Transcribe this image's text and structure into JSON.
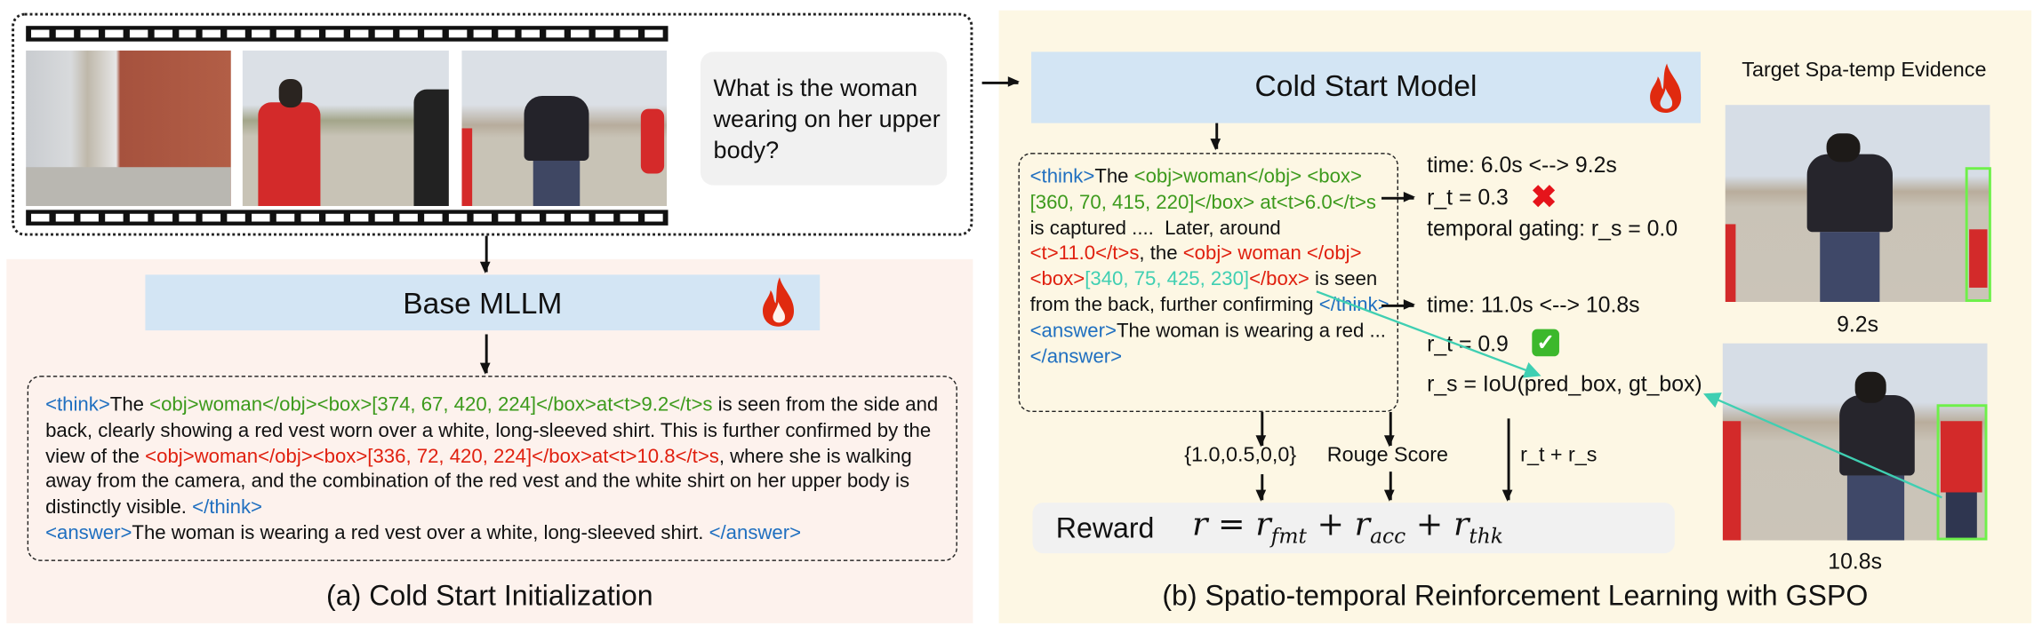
{
  "input": {
    "question": "What is the woman wearing on her upper body?"
  },
  "panel_a": {
    "model_label": "Base MLLM",
    "caption": "(a) Cold Start Initialization",
    "output_segments": [
      {
        "text": "<think>",
        "color": "blue"
      },
      {
        "text": "The ",
        "color": "black"
      },
      {
        "text": "<obj>woman</obj><box>[374, 67, 420, 224]</box>at<t>9.2</t>s",
        "color": "green"
      },
      {
        "text": " is seen from the side and back, clearly showing a red vest worn over a white, long-sleeved shirt. This is further confirmed by the view of the ",
        "color": "black"
      },
      {
        "text": "<obj>woman</obj><box>[336, 72, 420, 224]</box>at<t>10.8</t>s",
        "color": "red"
      },
      {
        "text": ", where she is walking away from the camera, and the combination of the red vest and the white shirt on her upper body is distinctly visible. ",
        "color": "black"
      },
      {
        "text": "</think>",
        "color": "blue"
      },
      {
        "text": "\n",
        "color": "black"
      },
      {
        "text": "<answer>",
        "color": "blue"
      },
      {
        "text": "The woman is wearing a red vest over a white, long-sleeved shirt. ",
        "color": "black"
      },
      {
        "text": "</answer>",
        "color": "blue"
      }
    ]
  },
  "panel_b": {
    "model_label": "Cold Start Model",
    "caption": "(b) Spatio-temporal Reinforcement Learning with GSPO",
    "evidence_title": "Target Spa-temp Evidence",
    "evidence_frames": [
      {
        "time_label": "9.2s"
      },
      {
        "time_label": "10.8s"
      }
    ],
    "output_segments": [
      {
        "text": "<think>",
        "color": "blue"
      },
      {
        "text": "The ",
        "color": "black"
      },
      {
        "text": "<obj>woman</obj> <box>[360, 70, 415, 220]</box> at<t>6.0</t>s",
        "color": "green"
      },
      {
        "text": " is captured ....  Later, around ",
        "color": "black"
      },
      {
        "text": "<t>11.0</t>s",
        "color": "red"
      },
      {
        "text": ", the ",
        "color": "black"
      },
      {
        "text": "<obj> woman </obj><box>",
        "color": "red"
      },
      {
        "text": "[340, 75, 425, 230]",
        "color": "teal"
      },
      {
        "text": "</box>",
        "color": "red"
      },
      {
        "text": " is seen from the back, further confirming ",
        "color": "black"
      },
      {
        "text": "</think>",
        "color": "blue"
      },
      {
        "text": "\n",
        "color": "black"
      },
      {
        "text": "<answer>",
        "color": "blue"
      },
      {
        "text": "The woman is wearing a red ...",
        "color": "black"
      },
      {
        "text": "</answer>",
        "color": "blue"
      }
    ],
    "eval_1": {
      "time": "time: 6.0s <-->  9.2s",
      "reward": "r_t = 0.3",
      "status_icon": "cross-mark-icon",
      "gating": "temporal gating: r_s = 0.0"
    },
    "eval_2": {
      "time": "time: 11.0s <-->  10.8s",
      "reward": "r_t = 0.9",
      "status_icon": "check-mark-icon",
      "iou": "r_s = IoU(pred_box, gt_box)"
    },
    "format_reward": "{1.0,0.5,0,0}",
    "accuracy_reward": "Rouge Score",
    "thinking_reward": "r_t + r_s",
    "reward_label": "Reward",
    "reward_formula": {
      "r": "r",
      "eq": "=",
      "plus": "+",
      "fmt": "fmt",
      "acc": "acc",
      "thk": "thk"
    }
  },
  "colors": {
    "blue": "#1f6fc0",
    "green": "#3c9a1c",
    "red": "#e0200f",
    "teal": "#3fcfb2",
    "black": "#111111",
    "panel_a_bg": "#fdf2ed",
    "panel_b_bg": "#fdf7e4",
    "model_box": "#d3e5f4",
    "gray_box": "#f1f1f1",
    "gt_box": "#6ef04a"
  }
}
